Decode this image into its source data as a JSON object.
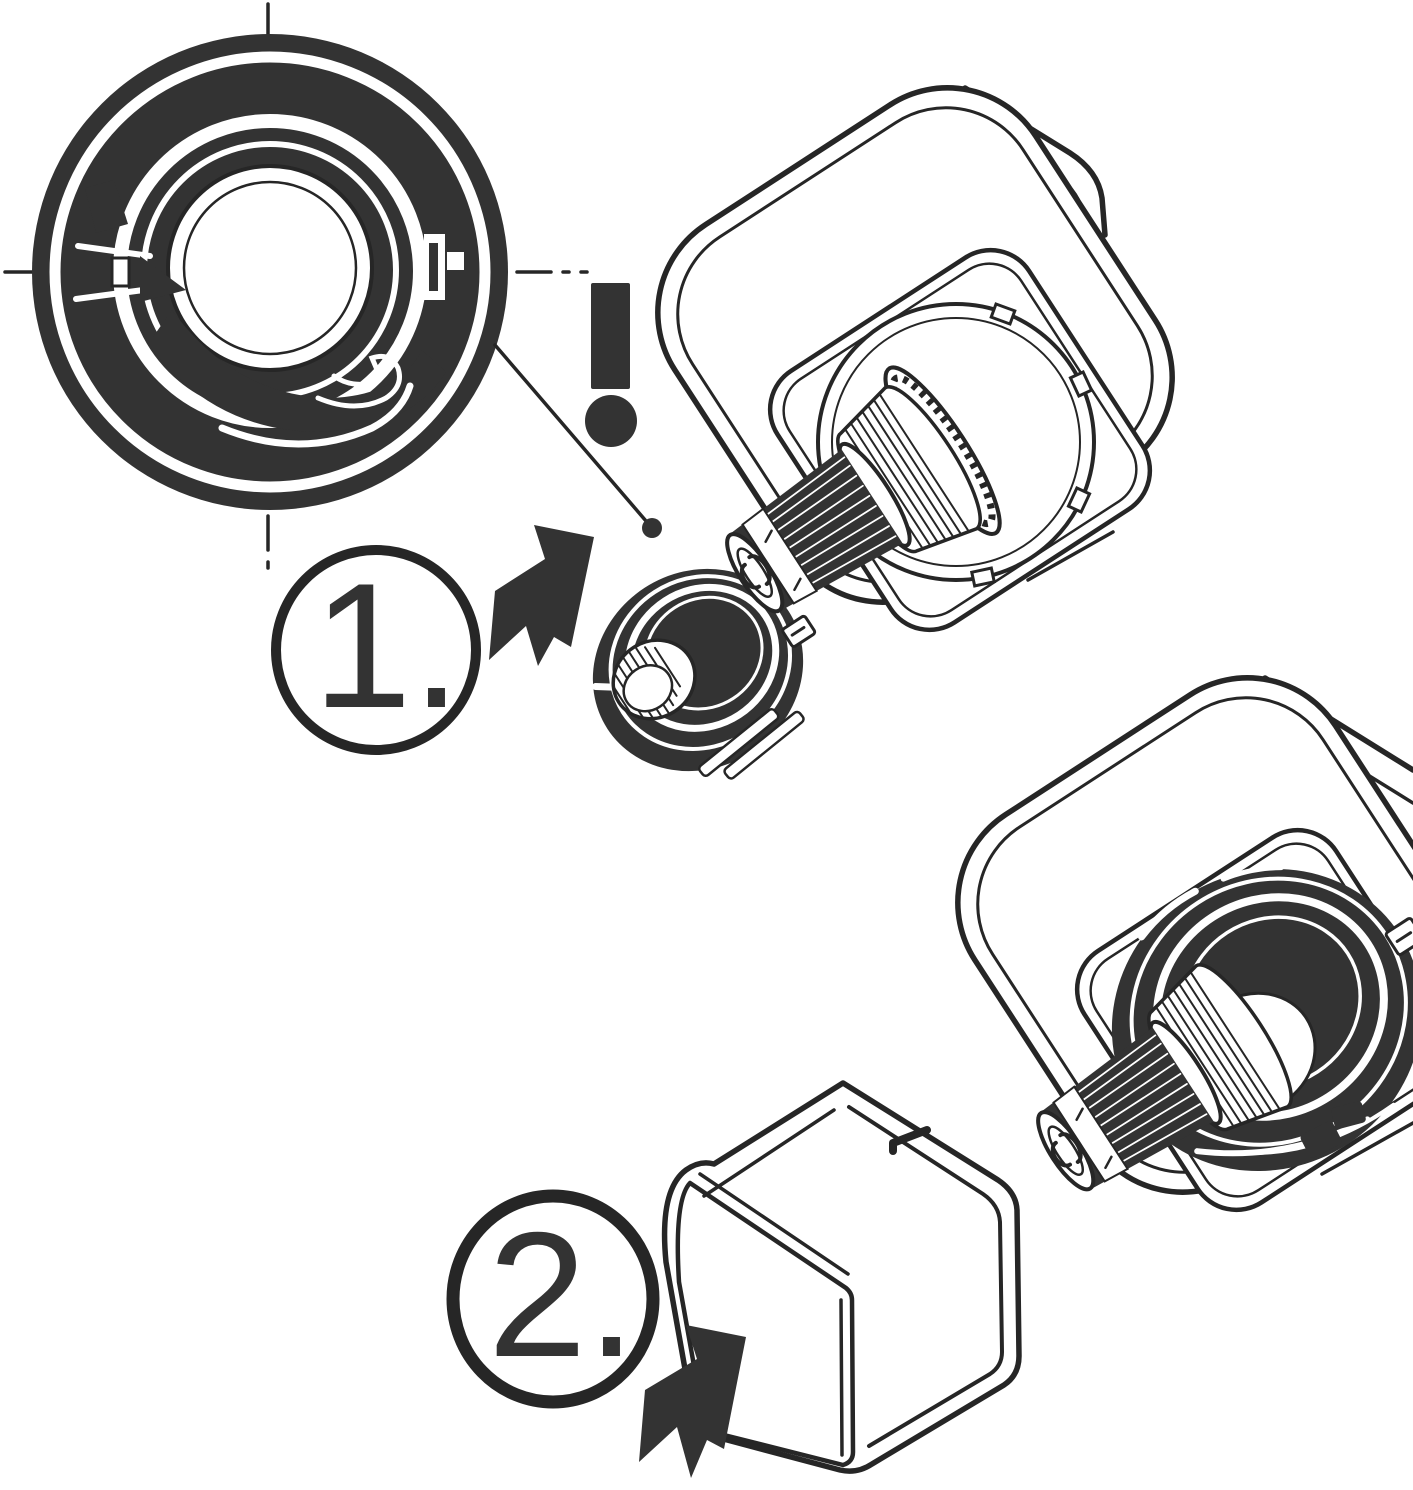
{
  "figure": {
    "background": "#ffffff",
    "ink": "#333333",
    "outline": "#262626",
    "warning_glyph": "!",
    "steps": [
      {
        "label": "1."
      },
      {
        "label": "2."
      }
    ]
  },
  "icons": {
    "warning": "exclamation-mark",
    "step_direction": "thick-arrow-up-right",
    "centerlines": "dashed-crosshair"
  }
}
